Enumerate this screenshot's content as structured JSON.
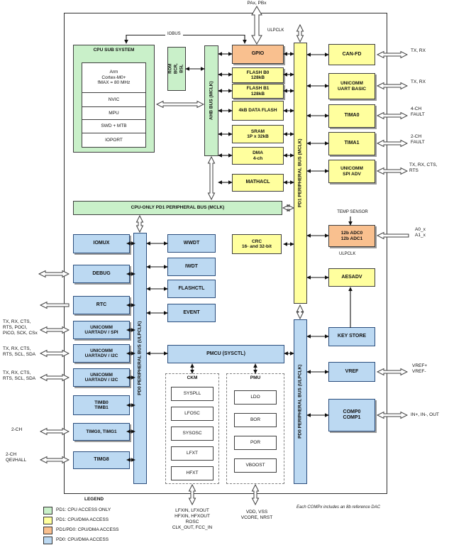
{
  "diagram": {
    "top": {
      "pins": "PAx, PBx",
      "ulpclk": "ULPCLK",
      "iobus": "IOBUS"
    },
    "cpu": {
      "title": "CPU SUB SYSTEM",
      "core": "Arm\nCortex-M0+\nfMAX = 80 MHz",
      "nvic": "NVIC",
      "mpu": "MPU",
      "swd": "SWD + MTB",
      "ioport": "IOPORT"
    },
    "rom": "ROM\nBCR, BSL",
    "buses": {
      "ahb": "AHB BUS (MCLK)",
      "cpu_only_pd1": "CPU-ONLY PD1 PERIPHERAL BUS (MCLK)",
      "pd1": "PD1 PERIPHERAL BUS (MCLK)",
      "pd0_left": "PD0 PERIPHERAL BUS (ULPCLK)",
      "pd0_right": "PD0 PERIPHERAL BUS (ULPCLK)"
    },
    "memory": {
      "gpio": "GPIO",
      "flash_b0": "FLASH B0\n128kB",
      "flash_b1": "FLASH B1\n128kB",
      "data_flash": "4kB DATA FLASH",
      "sram": "SRAM\n1P x 32kB",
      "dma": "DMA\n4-ch",
      "mathacl": "MATHACL",
      "crc": "CRC\n16- and 32-bit"
    },
    "mid": {
      "wwdt": "WWDT",
      "iwdt": "IWDT",
      "flashctl": "FLASHCTL",
      "event": "EVENT",
      "pmcu": "PMCU (SYSCTL)",
      "ckm": {
        "title": "CKM",
        "items": [
          "SYSPLL",
          "LFOSC",
          "SYSOSC",
          "LFXT",
          "HFXT"
        ]
      },
      "pmu": {
        "title": "PMU",
        "items": [
          "LDO",
          "BOR",
          "POR",
          "VBOOST"
        ]
      }
    },
    "left": {
      "iomux": "IOMUX",
      "debug": "DEBUG",
      "rtc": "RTC",
      "unicomm_spi": "UNICOMM\nUARTADV / SPI",
      "unicomm_i2c1": "UNICOMM\nUARTADV / I2C",
      "unicomm_i2c2": "UNICOMM\nUARTADV / I2C",
      "timb": "TIMB0\nTIMB1",
      "timg01": "TIMG0, TIMG1",
      "timg8": "TIMG8",
      "pins_spi": "TX, RX, CTS,\nRTS, POCI,\nPICO, SCK, CSx",
      "pins_i2c1": "TX, RX, CTS,\nRTS, SCL, SDA",
      "pins_i2c2": "TX, RX, CTS,\nRTS, SCL, SDA",
      "pins_timg01": "2-CH",
      "pins_timg8": "2-CH\nQEI/HALL"
    },
    "right": {
      "canfd": "CAN-FD",
      "uart_basic": "UNICOMM\nUART BASIC",
      "tima0": "TIMA0",
      "tima1": "TIMA1",
      "spi_adv": "UNICOMM\nSPI ADV",
      "temp_sensor": "TEMP SENSOR",
      "adc": "12b ADC0\n12b ADC1",
      "ulpclk": "ULPCLK",
      "aesadv": "AESADV",
      "key_store": "KEY STORE",
      "vref": "VREF",
      "comp": "COMP0\nCOMP1",
      "pins_canfd": "TX, RX",
      "pins_uart": "TX, RX",
      "pins_tima0": "4-CH\nFAULT",
      "pins_tima1": "2-CH\nFAULT",
      "pins_spi_adv": "TX, RX, CTS,\nRTS",
      "pins_adc": "A0_x\nA1_x",
      "pins_vref": "VREF+\nVREF-",
      "pins_comp": "IN+, IN-, OUT"
    },
    "bottom": {
      "ckm_pins": "LFXIN, LFXOUT\nHFXIN, HFXOUT\nROSC\nCLK_OUT, FCC_IN",
      "pmu_pins": "VDD, VSS\nVCORE, NRST",
      "note": "Each COMPx includes an 8b reference DAC"
    },
    "legend": {
      "title": "LEGEND",
      "items": [
        {
          "color": "#c9f0c9",
          "label": "PD1: CPU ACCESS ONLY"
        },
        {
          "color": "#ffff9e",
          "label": "PD1: CPU/DMA ACCESS"
        },
        {
          "color": "#f9c08f",
          "label": "PD1/PD0: CPU/DMA ACCESS"
        },
        {
          "color": "#bcd9f2",
          "label": "PD0: CPU/DMA ACCESS"
        }
      ]
    }
  }
}
